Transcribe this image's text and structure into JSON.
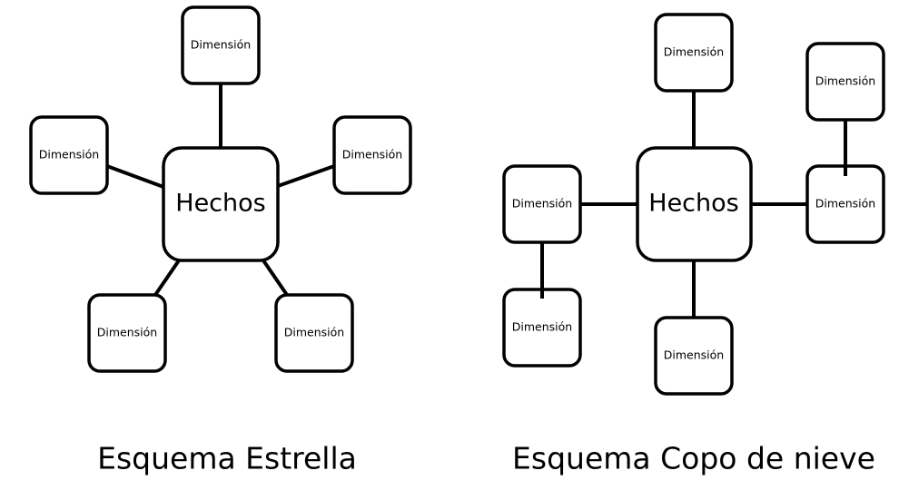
{
  "star": {
    "caption": "Esquema Estrella",
    "fact": "Hechos",
    "dimensions": [
      "Dimensión",
      "Dimensión",
      "Dimensión",
      "Dimensión",
      "Dimensión"
    ]
  },
  "snowflake": {
    "caption": "Esquema Copo de nieve",
    "fact": "Hechos",
    "dimensions": [
      "Dimensión",
      "Dimensión",
      "Dimensión",
      "Dimensión",
      "Dimensión",
      "Dimensión"
    ]
  },
  "colors": {
    "stroke": "#000000",
    "fill": "#ffffff"
  }
}
